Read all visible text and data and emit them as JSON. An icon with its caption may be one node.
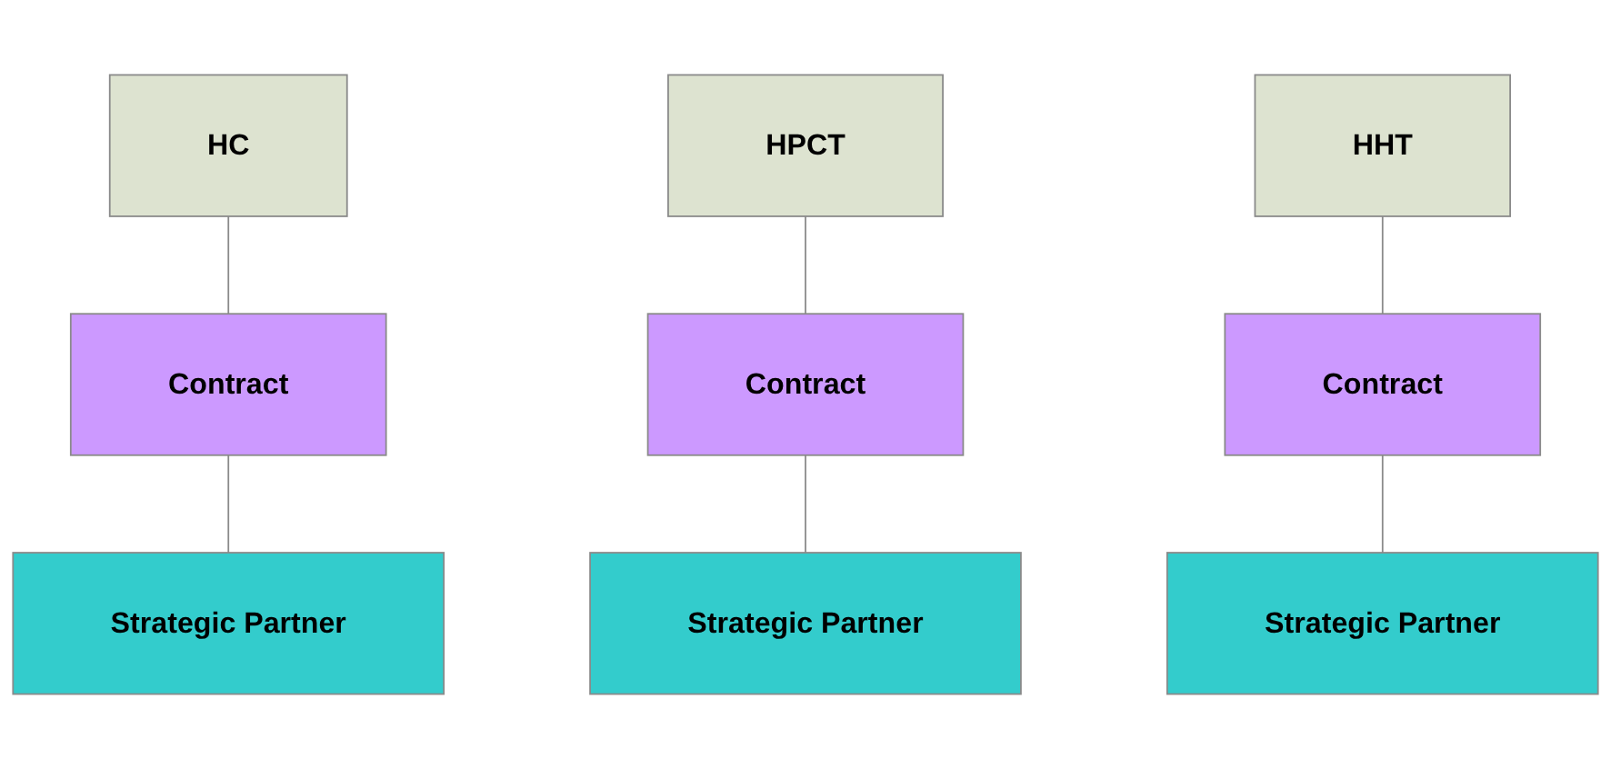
{
  "diagram": {
    "nodes": [
      {
        "text": [
          "HC"
        ]
      },
      {
        "text": [
          "HPCT"
        ]
      },
      {
        "text": [
          "HHT"
        ]
      },
      {
        "text": [
          "Contract"
        ]
      },
      {
        "text": [
          "Contract"
        ]
      },
      {
        "text": [
          "Contract"
        ]
      },
      {
        "text": [
          "Strategic Partner"
        ]
      },
      {
        "text": [
          "Strategic Partner"
        ]
      },
      {
        "text": [
          "Strategic Partner"
        ]
      }
    ],
    "edges": [
      {
        "from": 0,
        "to": 3,
        "arrow": "none"
      },
      {
        "from": 3,
        "to": 6,
        "arrow": "none"
      },
      {
        "from": 1,
        "to": 4,
        "arrow": "none"
      },
      {
        "from": 4,
        "to": 7,
        "arrow": "none"
      },
      {
        "from": 2,
        "to": 5,
        "arrow": "none"
      },
      {
        "from": 5,
        "to": 8,
        "arrow": "none"
      }
    ]
  }
}
